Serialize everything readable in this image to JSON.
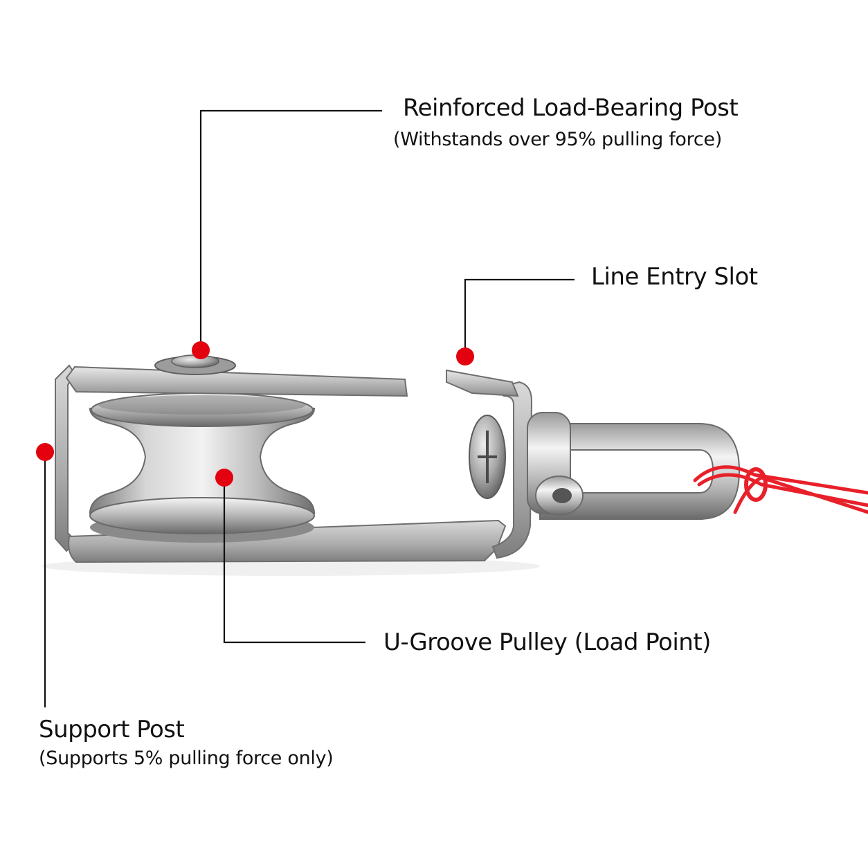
{
  "callouts": {
    "load_post": {
      "title": "Reinforced Load-Bearing Post",
      "subtitle": "(Withstands over 95% pulling force)"
    },
    "entry_slot": {
      "title": "Line Entry Slot"
    },
    "pulley": {
      "title": "U-Groove Pulley (Load Point)"
    },
    "support_post": {
      "title": "Support Post",
      "subtitle": "(Supports 5% pulling force only)"
    }
  },
  "colors": {
    "marker": "#e3000f",
    "leader": "#111111",
    "steel": "#c9c9c9",
    "cord": "#e8202a"
  }
}
